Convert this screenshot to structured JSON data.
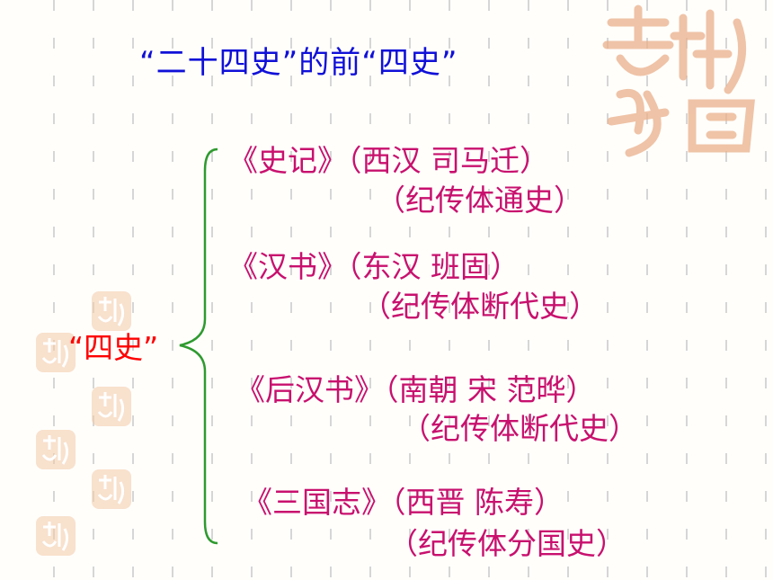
{
  "title": "“二十四史”的前“四史”",
  "center_label": "“四史”",
  "items": [
    {
      "book": "《史记》（西汉  司马迁）",
      "note": "（纪传体通史）"
    },
    {
      "book": "《汉书》（东汉  班固）",
      "note": "（纪传体断代史）"
    },
    {
      "book": "《后汉书》（南朝  宋  范晔）",
      "note": "（纪传体断代史）"
    },
    {
      "book": "《三国志》（西晋  陈寿）",
      "note": "（纪传体分国史）"
    }
  ],
  "colors": {
    "title": "#1010d8",
    "center_label": "#ff0000",
    "items": "#c8106e",
    "brace": "#2e9a2e",
    "grid_lines": "#c9c9c9",
    "watermark": "#e8a77e"
  },
  "decorations": {
    "watermark_icon": "auspicious-seal-icon"
  }
}
